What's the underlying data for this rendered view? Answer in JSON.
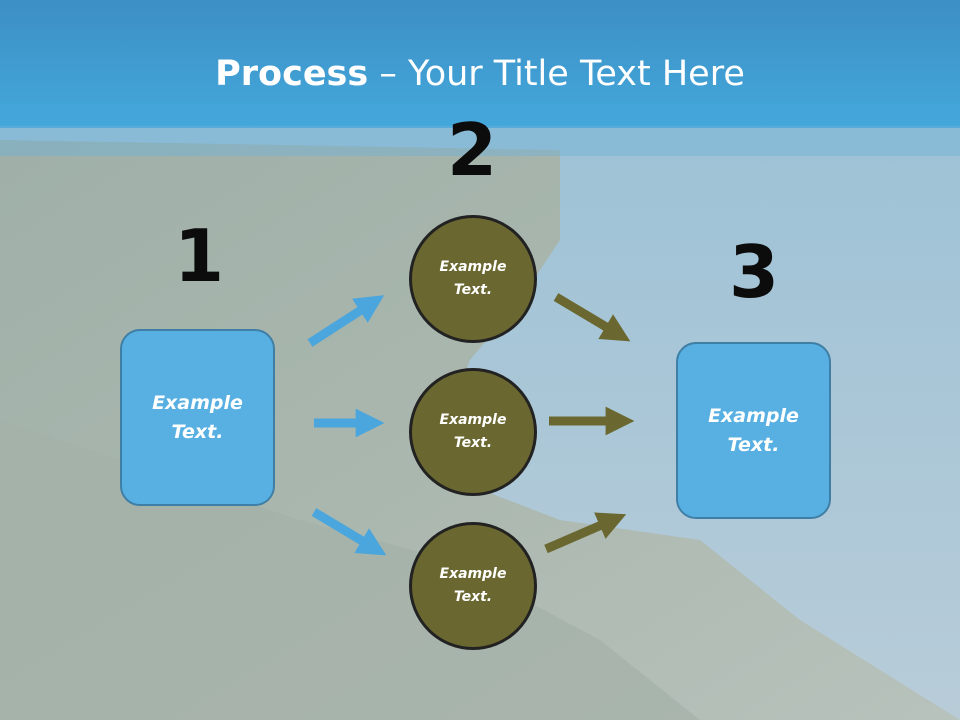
{
  "title": {
    "bold": "Process",
    "rest": " – Your Title Text Here"
  },
  "steps": [
    {
      "number": "1",
      "text": "Example\nText."
    },
    {
      "number": "2",
      "text": "Example\nText."
    },
    {
      "number": "3",
      "text": "Example\nText."
    }
  ],
  "middle_nodes": [
    {
      "text": "Example\nText."
    },
    {
      "text": "Example\nText."
    },
    {
      "text": "Example\nText."
    }
  ],
  "colors": {
    "title_band": "#3ea0d6",
    "box_fill": "#58b0e2",
    "circle_fill": "#6a6830",
    "arrow_blue": "#4aa6dc",
    "arrow_olive": "#6a6830"
  }
}
